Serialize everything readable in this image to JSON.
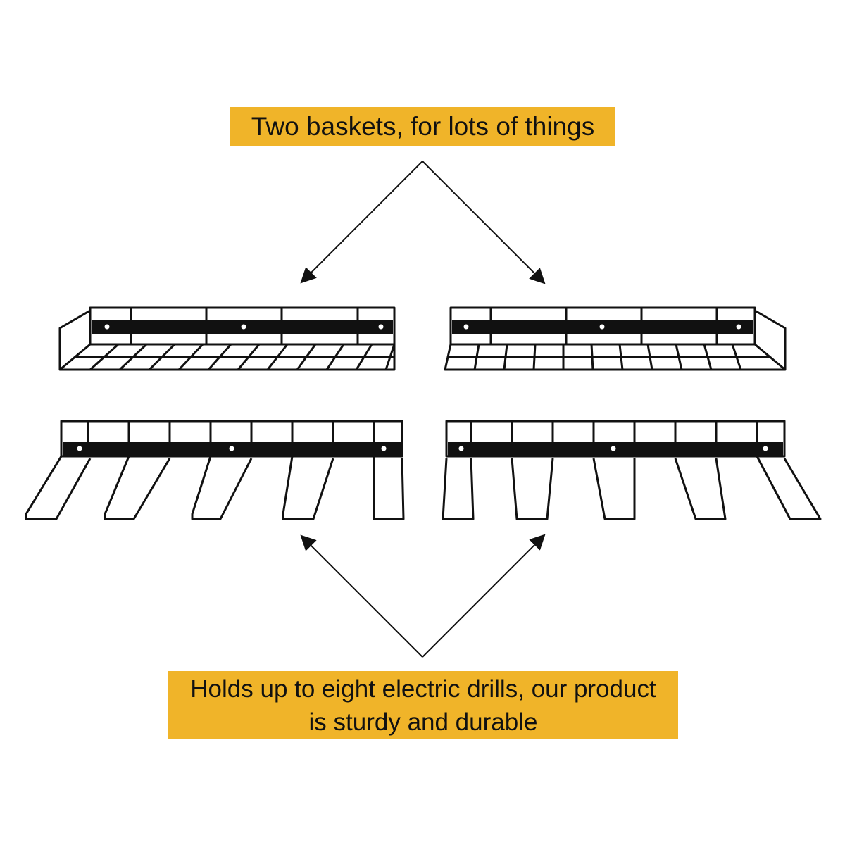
{
  "colors": {
    "label_background": "#f0b429",
    "label_text": "#111111",
    "wire": "#111111",
    "background": "#ffffff"
  },
  "labels": {
    "top": "Two baskets, for lots of things",
    "bottom_line1": "Holds up to eight electric drills, our product",
    "bottom_line2": "is sturdy and durable"
  },
  "items": {
    "baskets": 2,
    "drill_holders": 2,
    "drill_capacity": 8
  }
}
